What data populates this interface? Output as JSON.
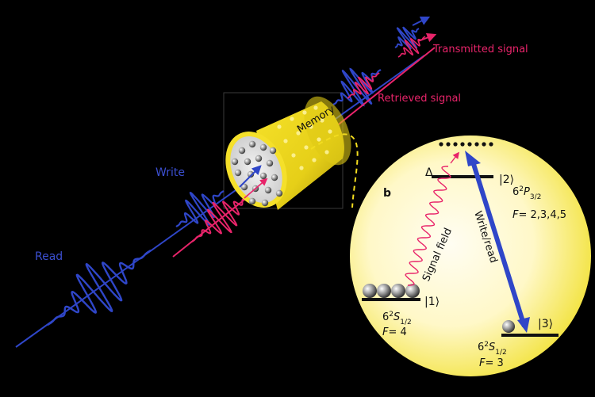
{
  "labels": {
    "read": "Read",
    "write": "Write",
    "memory": "Memory",
    "retrieved": "Retrieved signal",
    "transmitted": "Transmitted signal",
    "panel": "b",
    "signal_field": "Signal field",
    "write_read": "Write/read",
    "delta": "Δ"
  },
  "levels": {
    "state1": {
      "ket": "|1⟩",
      "term_main": "6",
      "term_sup": "2",
      "term_letter": "S",
      "term_sub": "1/2",
      "f_label": "F",
      "f_value": "= 4"
    },
    "state2": {
      "ket": "|2⟩",
      "term_main": "6",
      "term_sup": "2",
      "term_letter": "P",
      "term_sub": "3/2",
      "f_label": "F",
      "f_value": "= 2,3,4,5"
    },
    "state3": {
      "ket": "|3⟩",
      "term_main": "6",
      "term_sup": "2",
      "term_letter": "S",
      "term_sub": "1/2",
      "f_label": "F",
      "f_value": "= 3"
    }
  },
  "colors": {
    "background": "#000000",
    "write_beam": "#2f46c8",
    "signal_beam": "#e8246a",
    "cylinder": "#f2dc1f",
    "circle_core": "#fffbe8",
    "circle_edge": "#f3e542",
    "callout": "#f2dc1f"
  }
}
